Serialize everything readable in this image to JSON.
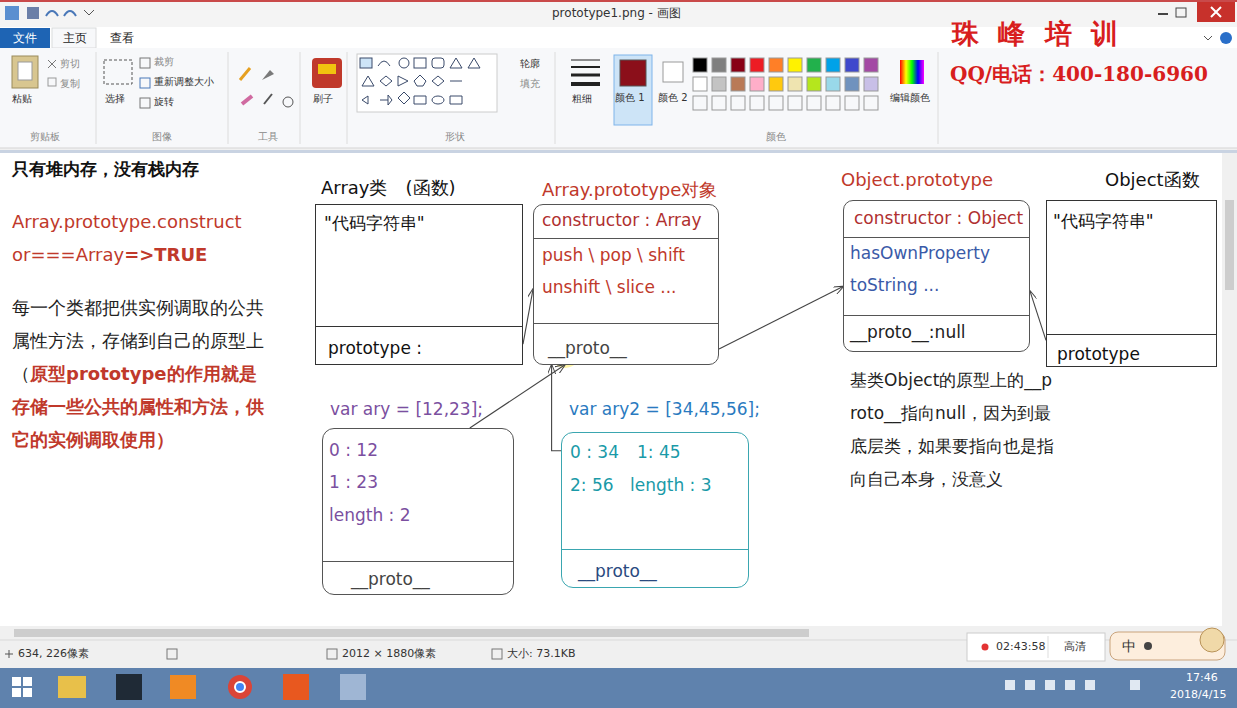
{
  "diagram": {
    "nodes": [
      {
        "text": [
          "Array类　(函数)",
          "\"代码字符串\"",
          "prototype :"
        ]
      },
      {
        "text": [
          "Array.prototype对象",
          "constructor : Array",
          "push \\ pop \\ shift",
          "unshift \\ slice ...",
          "__proto__"
        ]
      },
      {
        "text": [
          "Object.prototype",
          "constructor : Object",
          "hasOwnProperty",
          "toString ...",
          "__proto__:null"
        ]
      },
      {
        "text": [
          "Object函数",
          "\"代码字符串\"",
          "prototype"
        ]
      },
      {
        "text": [
          "var ary = [12,23];",
          "0 : 12",
          "1 : 23",
          "length : 2",
          "__proto__"
        ]
      },
      {
        "text": [
          "var ary2 = [34,45,56];",
          "0 : 34",
          "1: 45",
          "2: 56",
          "length : 3",
          "__proto__"
        ]
      }
    ],
    "edges": [
      {
        "from": 0,
        "to": 1,
        "arrow": "to"
      },
      {
        "from": 1,
        "to": 2,
        "arrow": "to"
      },
      {
        "from": 3,
        "to": 2,
        "arrow": "to"
      },
      {
        "from": 4,
        "to": 1,
        "arrow": "to"
      },
      {
        "from": 5,
        "to": 1,
        "arrow": "to"
      }
    ],
    "labels": [
      "prototype1.png - 画图",
      "文件",
      "主页",
      "查看",
      "珠 峰 培 训",
      "QQ/电话：400-180-6960",
      "粘贴",
      "剪切",
      "复制",
      "选择",
      "裁剪",
      "重新调整大小",
      "旋转",
      "刷子",
      "轮廓",
      "填充",
      "粗细",
      "颜色 1",
      "颜色 2",
      "编辑颜色",
      "剪贴板",
      "图像",
      "工具",
      "形状",
      "颜色",
      "只有堆内存，没有栈内存",
      "Array.prototype.constructor===Array",
      "=>TRUE",
      "每一个类都把供实例调取的公共属性方法，存储到自己的原型上（",
      "原型prototype的作用就是存储一些公共的属性和方法，供它的实例调取使用）",
      "基类Object的原型上的__proto__指向null，因为到最底层类，如果要指向也是指向自己本身，没意义",
      "634, 226像素",
      "2012 × 1880像素",
      "大小: 73.1KB",
      "02:43:58",
      "高清",
      "中",
      "17:46",
      "2018/4/15"
    ]
  }
}
